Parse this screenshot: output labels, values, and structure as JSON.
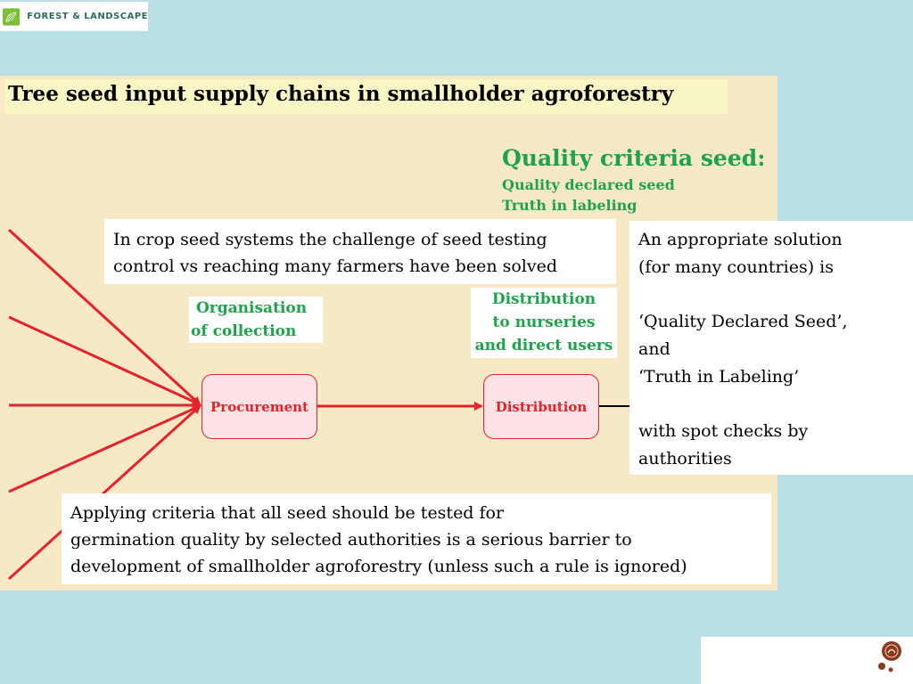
{
  "header": {
    "logo_text": "FOREST & LANDSCAPE",
    "logo_icon": "leaf-grid-logo",
    "university_seal_icon": "university-seal"
  },
  "slide": {
    "title": "Tree seed input supply chains in smallholder agroforestry",
    "quality_heading": "Quality criteria seed:",
    "quality_items": [
      "Quality declared seed",
      "Truth in labeling"
    ],
    "crop_box_lines": [
      "In crop seed systems the challenge of seed testing",
      "control vs reaching many farmers have been solved"
    ],
    "solution_box_lines": [
      "An appropriate solution",
      "(for many countries) is",
      "",
      "‘Quality Declared Seed’,",
      "and",
      "‘Truth in Labeling’",
      "",
      "with spot checks by",
      "authorities"
    ],
    "barrier_box_lines": [
      "Applying criteria that all seed should be tested for",
      "germination quality by selected authorities is a serious barrier to",
      "development of smallholder agroforestry (unless such a rule is ignored)"
    ],
    "label_collection_lines": [
      "Organisation",
      "of collection"
    ],
    "label_distribution_lines": [
      "Distribution",
      "to nurseries",
      "and direct users"
    ],
    "node_procurement": "Procurement",
    "node_distribution": "Distribution"
  },
  "colors": {
    "background": "#b8dfe3",
    "slide": "#f7e9c6",
    "title_band": "#f9f6c5",
    "green_text": "#1fa34a",
    "arrow_red": "#e8222a",
    "node_fill": "#fde3e5"
  }
}
